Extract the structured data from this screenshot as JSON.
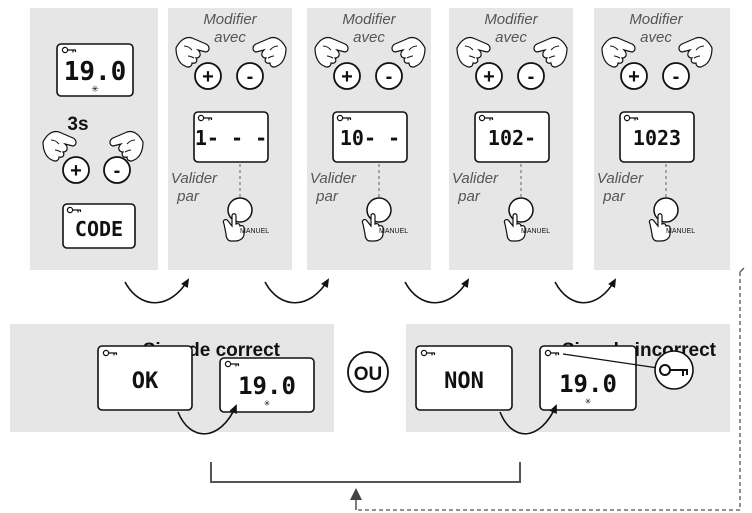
{
  "steps": [
    {
      "hint_top": "",
      "display_top": "19.0",
      "hold_time": "3s",
      "display_bottom": "CODE"
    },
    {
      "hint_top_line1": "Modifier",
      "hint_top_line2": "avec",
      "display": "1- - -",
      "validate_line1": "Valider",
      "validate_line2": "par",
      "manual_label": "MANUEL"
    },
    {
      "hint_top_line1": "Modifier",
      "hint_top_line2": "avec",
      "display": "10- -",
      "validate_line1": "Valider",
      "validate_line2": "par",
      "manual_label": "MANUEL"
    },
    {
      "hint_top_line1": "Modifier",
      "hint_top_line2": "avec",
      "display": "102-",
      "validate_line1": "Valider",
      "validate_line2": "par",
      "manual_label": "MANUEL"
    },
    {
      "hint_top_line1": "Modifier",
      "hint_top_line2": "avec",
      "display": "1023",
      "validate_line1": "Valider",
      "validate_line2": "par",
      "manual_label": "MANUEL"
    }
  ],
  "buttons": {
    "plus": "+",
    "minus": "-"
  },
  "results": {
    "correct": {
      "title": "- Si code correct",
      "display1": "OK",
      "display2": "19.0"
    },
    "separator": "OU",
    "incorrect": {
      "title": "- Si code incorrect",
      "display1": "NON",
      "display2": "19.0"
    }
  },
  "icons": [
    "key-icon",
    "pointing-hand-icon",
    "press-hand-icon",
    "snowflake-icon"
  ]
}
